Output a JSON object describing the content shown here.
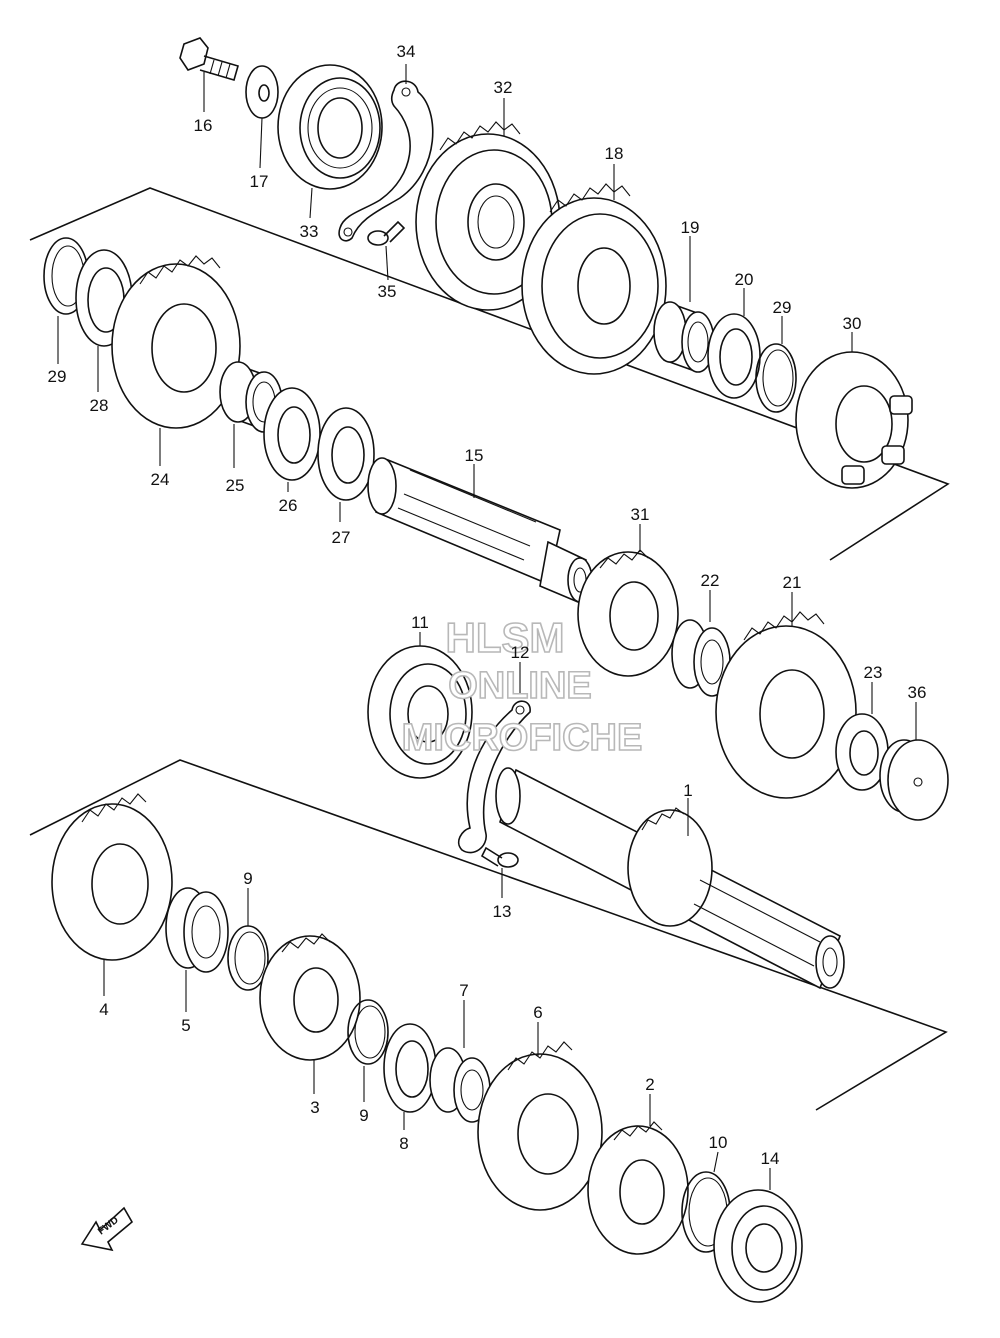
{
  "labels": {
    "p16": "16",
    "p17": "17",
    "p33": "33",
    "p34": "34",
    "p35": "35",
    "p32": "32",
    "p18": "18",
    "p19": "19",
    "p20": "20",
    "p29a": "29",
    "p30": "30",
    "p29b": "29",
    "p28": "28",
    "p24": "24",
    "p25": "25",
    "p26": "26",
    "p27": "27",
    "p15": "15",
    "p31": "31",
    "p22": "22",
    "p21": "21",
    "p23": "23",
    "p36": "36",
    "p11": "11",
    "p12": "12",
    "p13": "13",
    "p1": "1",
    "p4": "4",
    "p5": "5",
    "p9a": "9",
    "p3": "3",
    "p9b": "9",
    "p8": "8",
    "p7": "7",
    "p6": "6",
    "p2": "2",
    "p10": "10",
    "p14": "14"
  },
  "watermark": {
    "line1": "HLSM",
    "line2": "ONLINE",
    "line3": "MICROFICHE"
  },
  "fwd": "FWD"
}
